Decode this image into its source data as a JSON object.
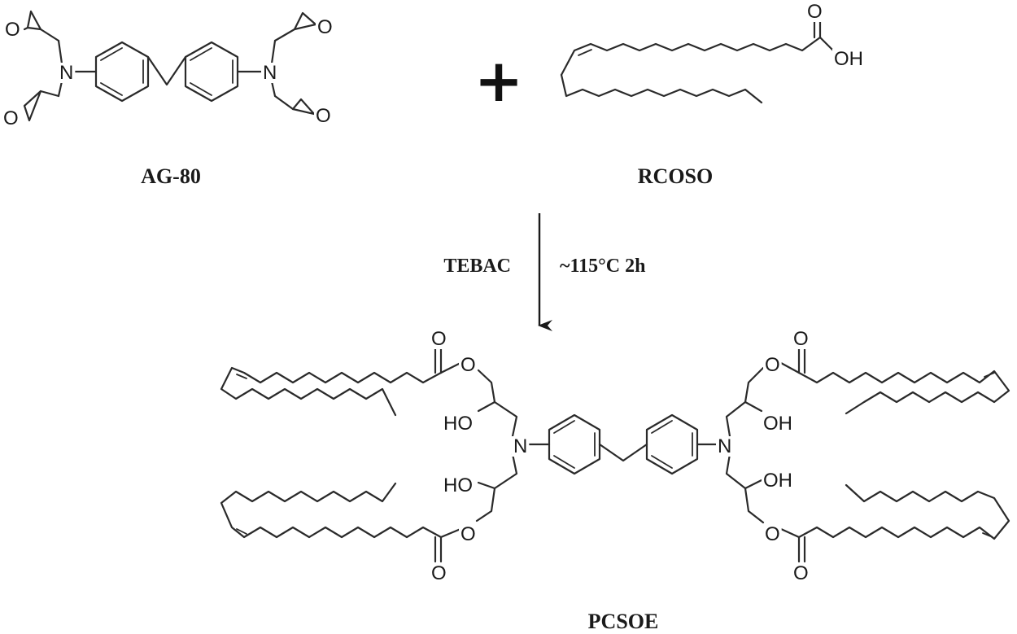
{
  "reactant_1": {
    "label": "AG-80"
  },
  "reactant_2": {
    "label": "RCOSO"
  },
  "operator": "+",
  "reaction": {
    "catalyst": "TEBAC",
    "conditions": "~115°C 2h"
  },
  "product": {
    "label": "PCSOE"
  },
  "atoms": {
    "oxygen": "O",
    "nitrogen": "N",
    "hydroxyl": "OH",
    "hydroxyl_left": "HO"
  }
}
